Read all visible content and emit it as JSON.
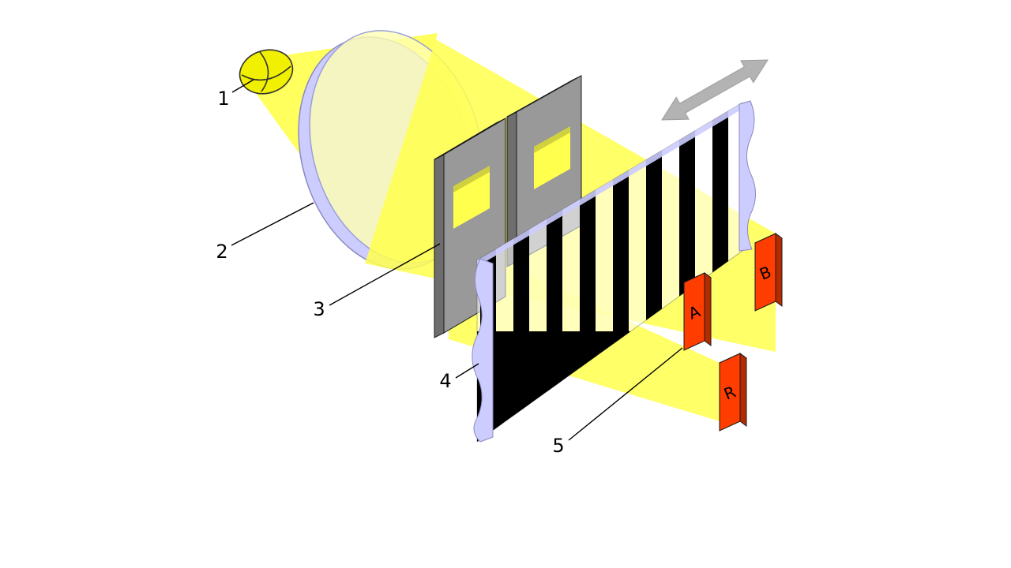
{
  "labels": {
    "one": "1",
    "two": "2",
    "three": "3",
    "four": "4",
    "five": "5"
  },
  "detectors": {
    "a": "A",
    "b": "B",
    "r": "R"
  },
  "colors": {
    "beam_yellow": "#ffff4d",
    "bulb_yellow": "#f0f000",
    "lens_lavender": "#ccccff",
    "lens_face": "#ffffb3",
    "plate_gray": "#999999",
    "plate_side": "#6e6e6e",
    "plate_top": "#c2c2c2",
    "scale_stripe": "#000000",
    "scale_edge": "#ccccff",
    "detector_front": "#ff3d00",
    "detector_side": "#b52b00",
    "detector_top": "#ff7040",
    "arrow_gray": "#b3b3b3"
  }
}
